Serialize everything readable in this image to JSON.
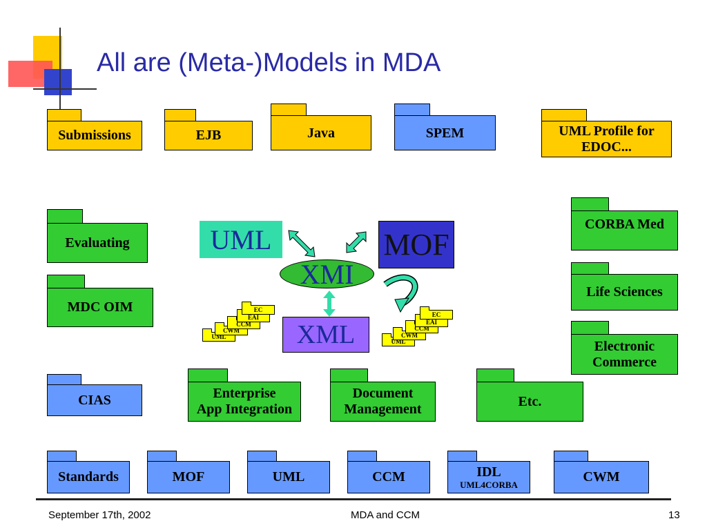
{
  "slide": {
    "title": "All are (Meta-)Models in MDA",
    "footer_date": "September 17th, 2002",
    "footer_center": "MDA and CCM",
    "page_number": "13"
  },
  "colors": {
    "title": "#2a2aa6",
    "gold": "#ffcc00",
    "green": "#33cc33",
    "blue": "#6699ff",
    "uml_box": "#33ddaa",
    "mof_box": "#3333cc",
    "xml_box": "#9966ff"
  },
  "packages": {
    "submissions": "Submissions",
    "ejb": "EJB",
    "java": "Java",
    "spem": "SPEM",
    "uml_profile_l1": "UML Profile for",
    "uml_profile_l2": "EDOC...",
    "evaluating": "Evaluating",
    "mdc_oim": "MDC OIM",
    "corba_med": "CORBA Med",
    "life_sciences": "Life Sciences",
    "ecommerce_l1": "Electronic",
    "ecommerce_l2": "Commerce",
    "cias": "CIAS",
    "eai_l1": "Enterprise",
    "eai_l2": "App Integration",
    "docmgmt_l1": "Document",
    "docmgmt_l2": "Management",
    "etc": "Etc.",
    "standards": "Standards",
    "mof": "MOF",
    "uml": "UML",
    "ccm": "CCM",
    "idl": "IDL",
    "idl_sub": "UML4CORBA",
    "cwm": "CWM"
  },
  "center": {
    "uml": "UML",
    "mof": "MOF",
    "xmi": "XMI",
    "xml": "XML"
  },
  "mini_stack": [
    "UML",
    "CWM",
    "CCM",
    "EAI",
    "EC"
  ]
}
